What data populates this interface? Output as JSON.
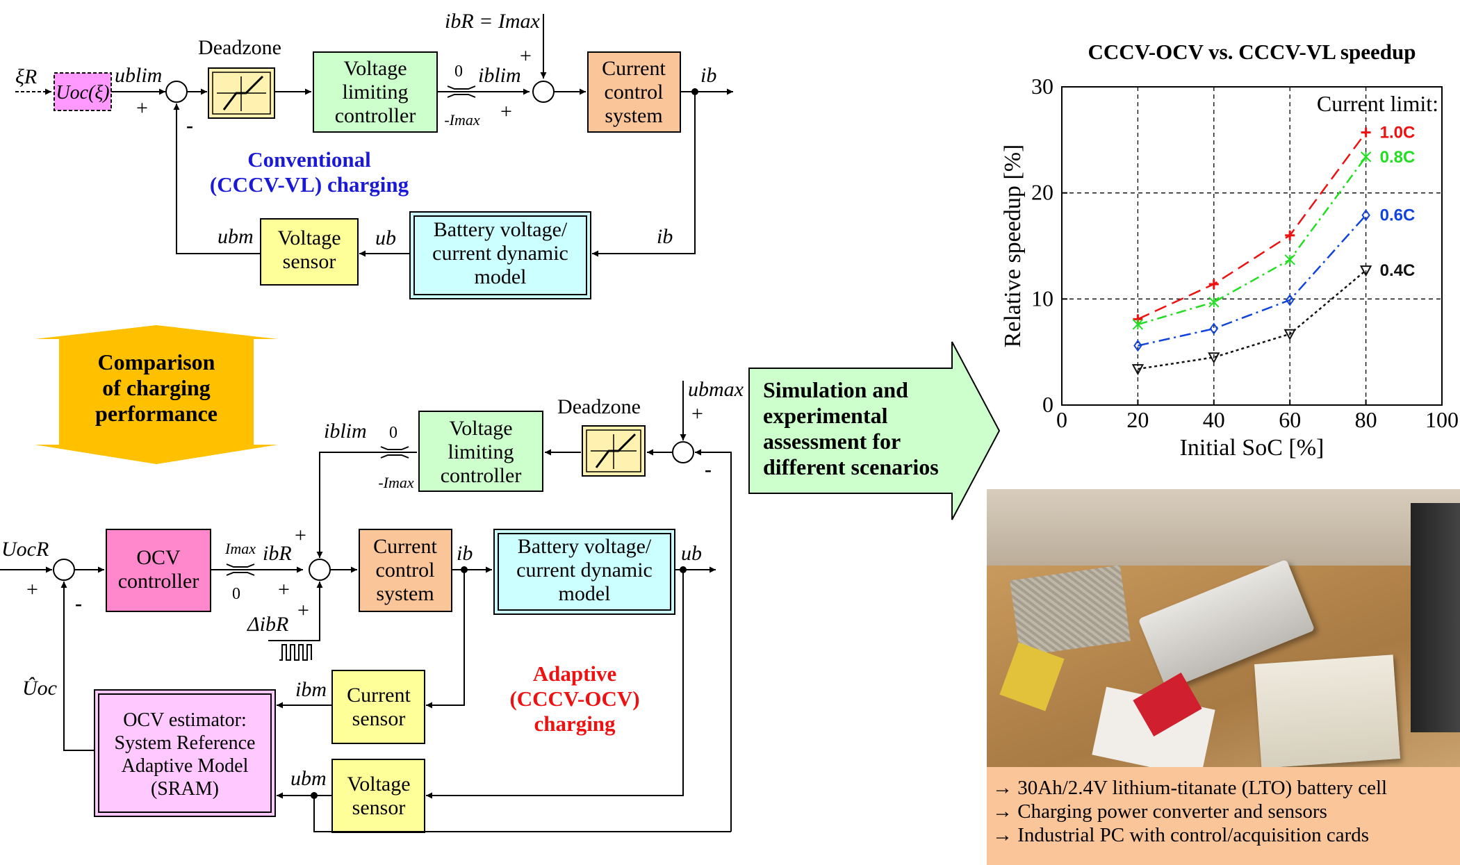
{
  "top_diagram": {
    "deadzone_label": "Deadzone",
    "voltage_limiting": [
      "Voltage",
      "limiting",
      "controller"
    ],
    "current_control": [
      "Current",
      "control",
      "system"
    ],
    "battery_model": [
      "Battery voltage/",
      "current dynamic",
      "model"
    ],
    "voltage_sensor": [
      "Voltage",
      "sensor"
    ],
    "uoc_block": "Uoc(ξ)",
    "signals": {
      "xi_r": "ξR",
      "u_blim": "ublim",
      "i_br_eq": "ibR = Imax",
      "i_blim": "iblim",
      "i_b": "ib",
      "u_b": "ub",
      "u_bm": "ubm",
      "zero": "0",
      "neg_imax": "-Imax"
    },
    "signs": {
      "plus": "+",
      "minus": "-"
    },
    "title": [
      "Conventional",
      "(CCCV-VL) charging"
    ]
  },
  "comparison_arrow": [
    "Comparison",
    "of charging",
    "performance"
  ],
  "bottom_diagram": {
    "deadzone_label": "Deadzone",
    "voltage_limiting": [
      "Voltage",
      "limiting",
      "controller"
    ],
    "ocv_controller": [
      "OCV",
      "controller"
    ],
    "current_control": [
      "Current",
      "control",
      "system"
    ],
    "battery_model": [
      "Battery voltage/",
      "current dynamic",
      "model"
    ],
    "current_sensor": [
      "Current",
      "sensor"
    ],
    "voltage_sensor": [
      "Voltage",
      "sensor"
    ],
    "ocv_estimator": [
      "OCV estimator:",
      "System Reference",
      "Adaptive Model",
      "(SRAM)"
    ],
    "signals": {
      "u_ocr": "UocR",
      "u_bmax": "ubmax",
      "i_blim": "iblim",
      "i_br": "ibR",
      "delta_i_br": "ΔibR",
      "i_b": "ib",
      "u_b": "ub",
      "i_bm": "ibm",
      "u_bm": "ubm",
      "u_oc_hat": "Ûoc",
      "i_max": "Imax",
      "zero": "0",
      "neg_imax": "-Imax"
    },
    "title": [
      "Adaptive",
      "(CCCV-OCV)",
      "charging"
    ]
  },
  "simulation_arrow": [
    "Simulation and",
    "experimental",
    "assessment for",
    "different scenarios"
  ],
  "chart_data": {
    "type": "line",
    "title": "CCCV-OCV vs. CCCV-VL speedup",
    "xlabel": "Initial SoC [%]",
    "ylabel": "Relative speedup [%]",
    "xlim": [
      0,
      100
    ],
    "ylim": [
      0,
      30
    ],
    "xticks": [
      0,
      20,
      40,
      60,
      80,
      100
    ],
    "yticks": [
      0,
      10,
      20,
      30
    ],
    "grid": true,
    "legend_title": "Current limit:",
    "x": [
      20,
      40,
      60,
      80
    ],
    "series": [
      {
        "name": "1.0C",
        "values": [
          8.1,
          11.4,
          16.0,
          25.7
        ],
        "color": "#ee1111",
        "dash": "18,9",
        "marker": "plus"
      },
      {
        "name": "0.8C",
        "values": [
          7.6,
          9.7,
          13.7,
          23.4
        ],
        "color": "#22dd22",
        "dash": "14,6,3,6",
        "marker": "x"
      },
      {
        "name": "0.6C",
        "values": [
          5.6,
          7.2,
          9.9,
          17.9
        ],
        "color": "#1144dd",
        "dash": "16,6,3,6",
        "marker": "diamond"
      },
      {
        "name": "0.4C",
        "values": [
          3.4,
          4.5,
          6.7,
          12.7
        ],
        "color": "#111111",
        "dash": "4,4",
        "marker": "triangle-down"
      }
    ]
  },
  "photo": {
    "description_icon": "lab-setup-photo"
  },
  "caption": [
    "→ 30Ah/2.4V lithium-titanate (LTO) battery cell",
    "→ Charging power converter and sensors",
    "→ Industrial PC with control/acquisition cards"
  ],
  "colors": {
    "voltage_limiting": "#ccffcc",
    "current_control": "#fbc59a",
    "battery_model": "#ccffff",
    "sensor": "#ffff99",
    "ocv_controller": "#ff88cc",
    "ocv_estimator": "#ffc8ff",
    "deadzone": "#fff2b0",
    "uoc_block": "#ff99ff",
    "arrow_orange": "#ffc000",
    "arrow_green": "#ccffcc",
    "title_blue": "#1a1ad6",
    "title_red": "#ee1111"
  }
}
